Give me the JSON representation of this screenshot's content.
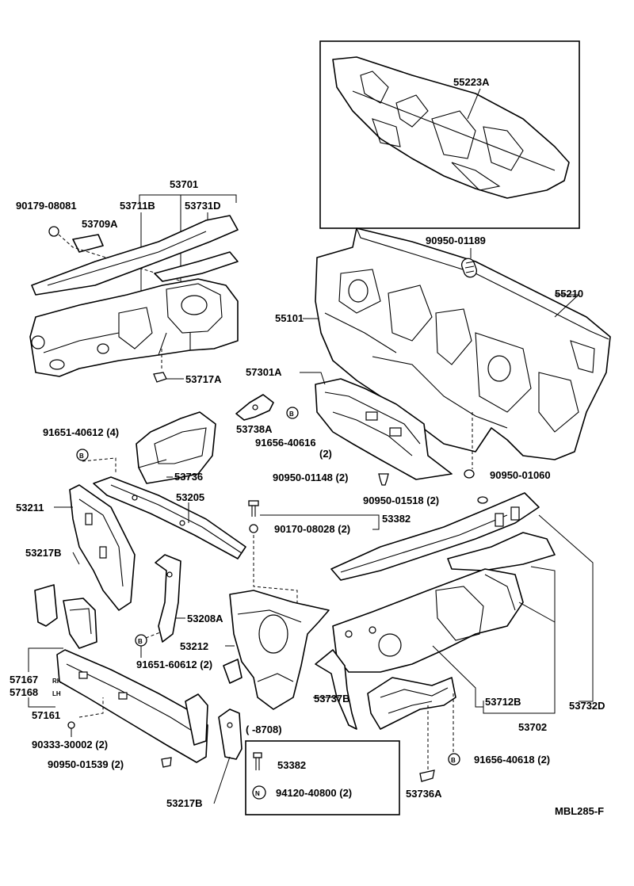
{
  "diagram_code": "MBL285-F",
  "parts": {
    "p55223A": "55223A",
    "p55210": "55210",
    "p55101": "55101",
    "p90950_01189": "90950-01189",
    "p57301A": "57301A",
    "p53738A": "53738A",
    "p91656_40616": "91656-40616",
    "p91656_40616_qty": "(2)",
    "p90950_01148": "90950-01148 (2)",
    "p90950_01060": "90950-01060",
    "p90950_01518": "90950-01518 (2)",
    "p53382": "53382",
    "p90170_08028": "90170-08028 (2)",
    "p53701": "53701",
    "p53711B": "53711B",
    "p53731D": "53731D",
    "p90179_08081": "90179-08081",
    "p53709A": "53709A",
    "p53717A": "53717A",
    "p91651_40612": "91651-40612 (4)",
    "p53736": "53736",
    "p53211": "53211",
    "p53205": "53205",
    "p53217B_top": "53217B",
    "p53208A": "53208A",
    "p91651_60612": "91651-60612 (2)",
    "p53212": "53212",
    "p57167": "57167",
    "p57167_side": "RH",
    "p57168": "57168",
    "p57168_side": "LH",
    "p57161": "57161",
    "p90333_30002": "90333-30002 (2)",
    "p90950_01539": "90950-01539 (2)",
    "p53217B_bottom": "53217B",
    "p53737B": "53737B",
    "p53712B": "53712B",
    "p53702": "53702",
    "p53732D": "53732D",
    "p91656_40618": "91656-40618 (2)",
    "p53736A": "53736A",
    "inset_range": "(      -8708)",
    "inset_53382": "53382",
    "inset_94120": "94120-40800 (2)",
    "badge_b": "B",
    "badge_n": "N"
  }
}
